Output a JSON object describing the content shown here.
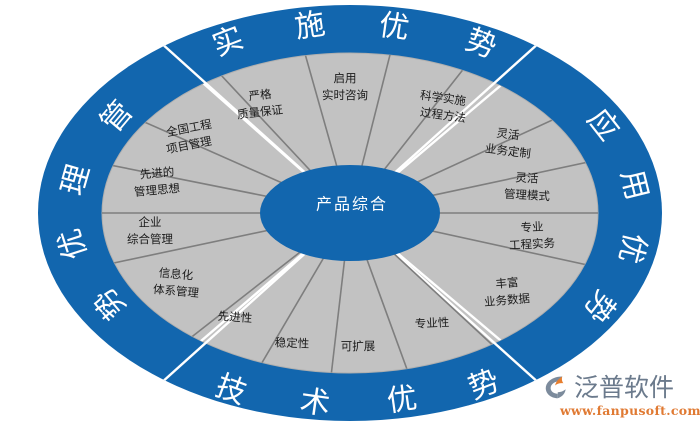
{
  "colors": {
    "ring_blue": "#1266AE",
    "segment_gray": "#C2C2C2",
    "core_blue": "#1266AE",
    "divider_gray": "#7E7E7E",
    "divider_white": "#FFFFFF",
    "logo_gray": "#6B7A8C",
    "logo_orange": "#E07A33",
    "background": "#FFFFFF"
  },
  "core": {
    "label": "产品综合"
  },
  "outer_ring": {
    "quadrants": [
      {
        "name": "implementation",
        "phrase": "实施优势",
        "chars": [
          "实",
          "施",
          "优",
          "势"
        ]
      },
      {
        "name": "application",
        "phrase": "应用优势",
        "chars": [
          "应",
          "用",
          "优",
          "势"
        ]
      },
      {
        "name": "technology",
        "phrase": "技术优势",
        "chars": [
          "技",
          "术",
          "优",
          "势"
        ]
      },
      {
        "name": "management",
        "phrase": "管理优势",
        "chars": [
          "管",
          "理",
          "优",
          "势"
        ]
      }
    ]
  },
  "segments": [
    {
      "id": "s1",
      "group": "management",
      "lines": [
        "全国工程",
        "项目管理"
      ]
    },
    {
      "id": "s2",
      "group": "management",
      "lines": [
        "先进的",
        "管理思想"
      ]
    },
    {
      "id": "s3",
      "group": "management",
      "lines": [
        "企业",
        "综合管理"
      ]
    },
    {
      "id": "s4",
      "group": "management",
      "lines": [
        "信息化",
        "体系管理"
      ]
    },
    {
      "id": "s5",
      "group": "technology",
      "lines": [
        "先进性"
      ]
    },
    {
      "id": "s6",
      "group": "technology",
      "lines": [
        "稳定性"
      ]
    },
    {
      "id": "s7",
      "group": "technology",
      "lines": [
        "可扩展"
      ]
    },
    {
      "id": "s8",
      "group": "technology",
      "lines": [
        "专业性"
      ]
    },
    {
      "id": "s9",
      "group": "application",
      "lines": [
        "丰富",
        "业务数据"
      ]
    },
    {
      "id": "s10",
      "group": "application",
      "lines": [
        "专业",
        "工程实务"
      ]
    },
    {
      "id": "s11",
      "group": "application",
      "lines": [
        "灵活",
        "管理模式"
      ]
    },
    {
      "id": "s12",
      "group": "application",
      "lines": [
        "灵活",
        "业务定制"
      ]
    },
    {
      "id": "s13",
      "group": "implementation",
      "lines": [
        "科学实施",
        "过程方法"
      ]
    },
    {
      "id": "s14",
      "group": "implementation",
      "lines": [
        "启用",
        "实时咨询"
      ]
    },
    {
      "id": "s15",
      "group": "implementation",
      "lines": [
        "严格",
        "质量保证"
      ]
    }
  ],
  "logo": {
    "brand": "泛普软件",
    "url": "www.fanpusoft.com",
    "mark": "fanpu-swoosh-icon"
  }
}
